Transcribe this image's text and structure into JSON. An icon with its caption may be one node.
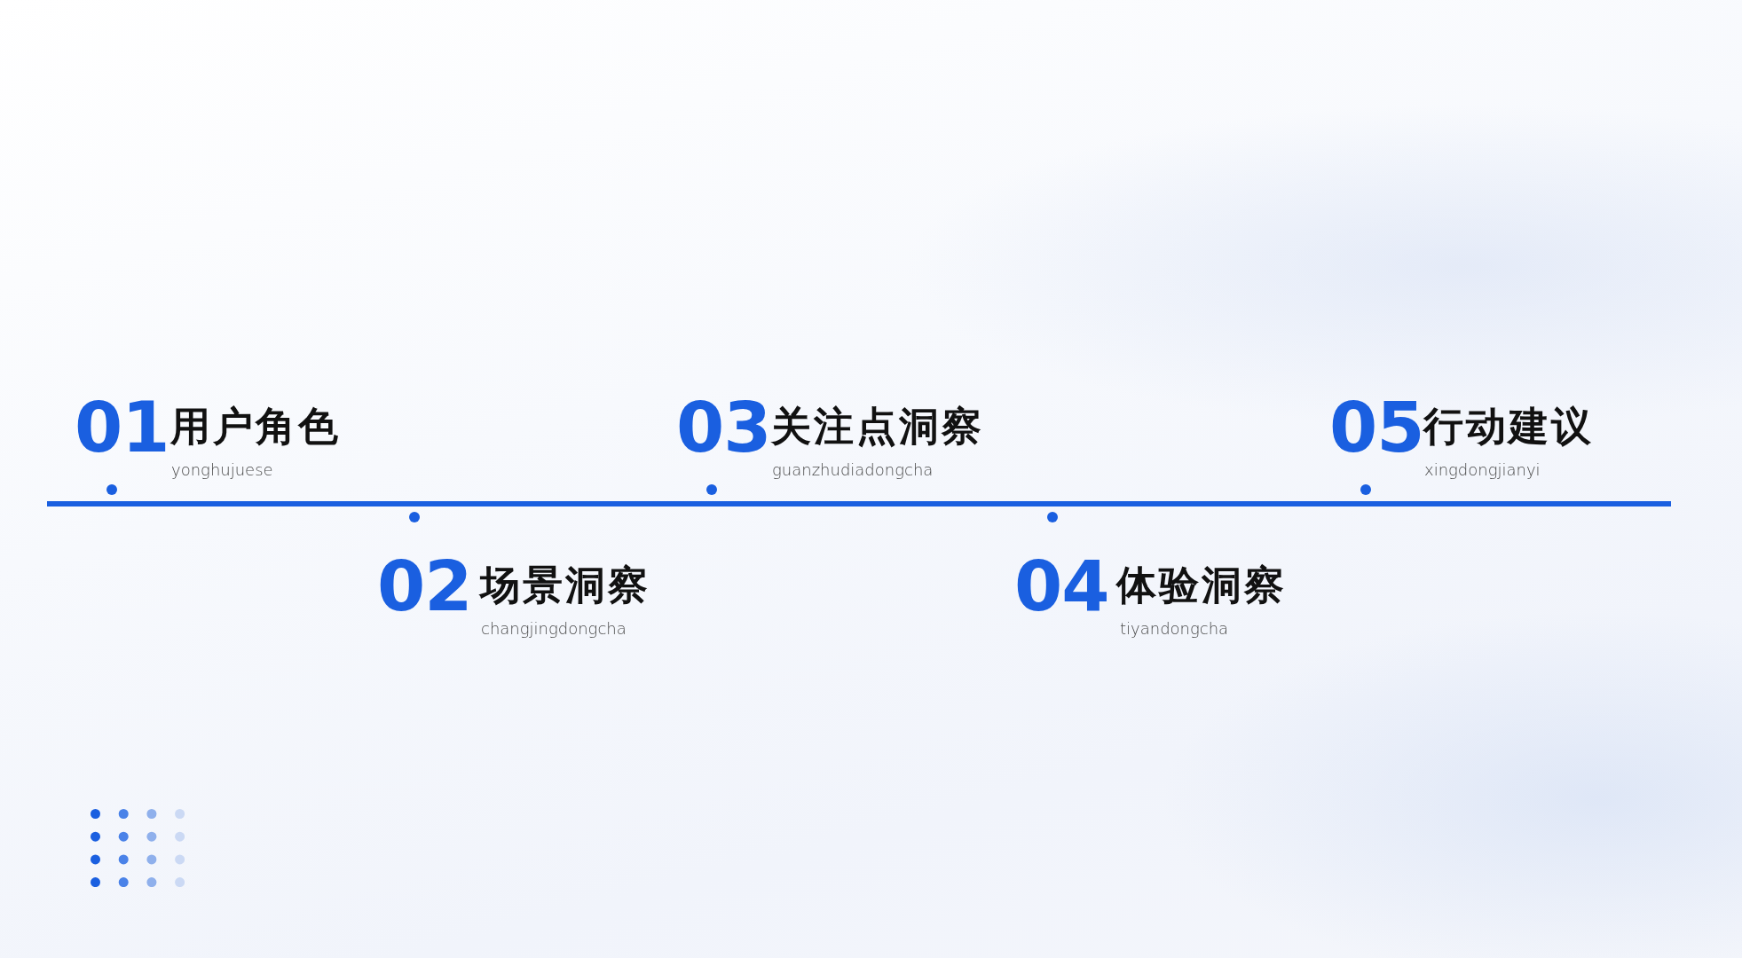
{
  "diagram": {
    "labels": [
      "01",
      "用户角色",
      "yonghujuese",
      "02",
      "场景洞察",
      "changjingdongcha",
      "03",
      "关注点洞察",
      "guanzhudiadongcha",
      "04",
      "体验洞察",
      "tiyandongcha",
      "05",
      "行动建议",
      "xingdongjianyi"
    ]
  }
}
